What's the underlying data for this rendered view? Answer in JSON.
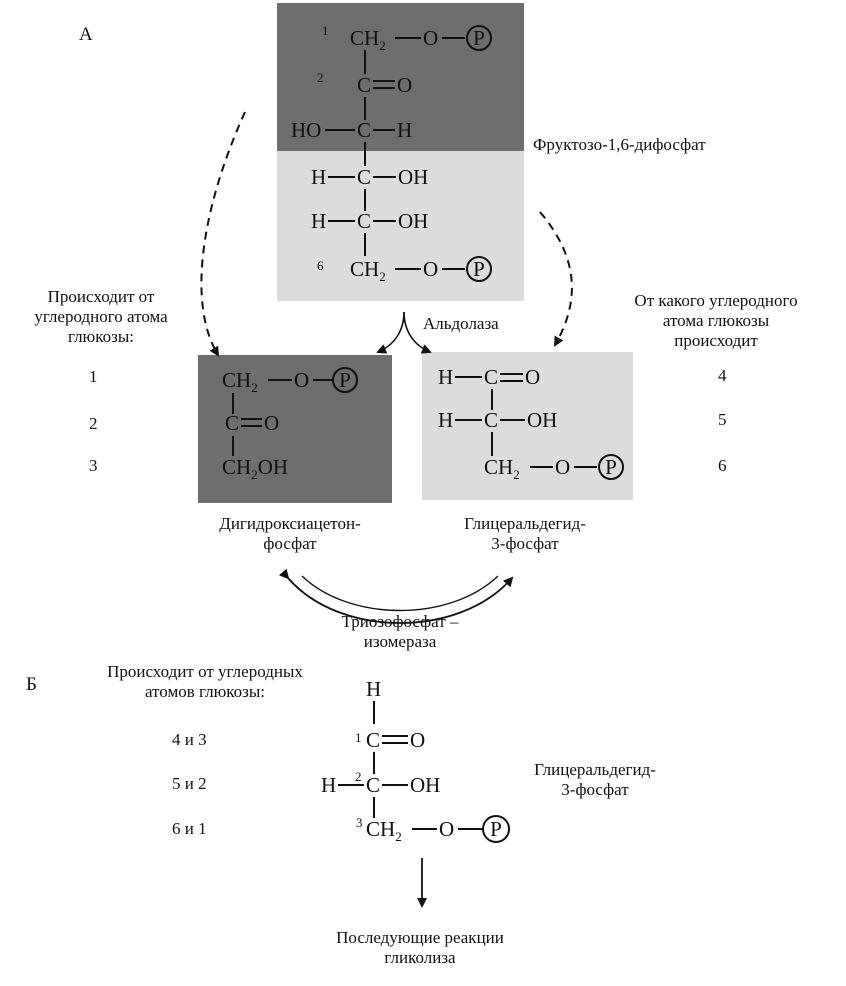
{
  "section_a": {
    "label": "А",
    "fructose": {
      "name": "Фруктозо-1,6-дифосфат",
      "carbon_numbers": [
        "1",
        "2",
        "6"
      ],
      "groups": {
        "ch2": "CH",
        "sub2": "2",
        "o": "O",
        "p": "P",
        "c": "C",
        "ho": "HO",
        "h": "H",
        "oh": "OH"
      }
    },
    "aldolase": "Альдолаза",
    "left_origin": {
      "heading": [
        "Происходит от",
        "углеродного атома",
        "глюкозы:"
      ],
      "carbons": [
        "1",
        "2",
        "3"
      ]
    },
    "right_origin": {
      "heading": [
        "От какого углеродного",
        "атома глюкозы",
        "происходит"
      ],
      "carbons": [
        "4",
        "5",
        "6"
      ]
    },
    "dhap": {
      "name": [
        "Дигидроксиацетон-",
        "фосфат"
      ],
      "groups": {
        "ch2": "CH",
        "sub2": "2",
        "o": "O",
        "p": "P",
        "c": "C",
        "oh": "OH"
      }
    },
    "gap": {
      "name": [
        "Глицеральдегид-",
        "3-фосфат"
      ],
      "groups": {
        "h": "H",
        "c": "C",
        "o": "O",
        "oh": "OH",
        "ch2": "CH",
        "sub2": "2",
        "p": "P"
      }
    },
    "isomerase": [
      "Триозофосфат –",
      "изомераза"
    ]
  },
  "section_b": {
    "label": "Б",
    "heading": [
      "Происходит от углеродных",
      "атомов глюкозы:"
    ],
    "pairs": [
      "4 и 3",
      "5 и 2",
      "6 и 1"
    ],
    "molecule": {
      "name": [
        "Глицеральдегид-",
        "3-фосфат"
      ],
      "carbon_numbers": [
        "1",
        "2",
        "3"
      ],
      "groups": {
        "h": "H",
        "c": "C",
        "o": "O",
        "oh": "OH",
        "ch2": "CH",
        "sub2": "2",
        "p": "P"
      }
    },
    "next": [
      "Последующие реакции",
      "гликолиза"
    ]
  }
}
